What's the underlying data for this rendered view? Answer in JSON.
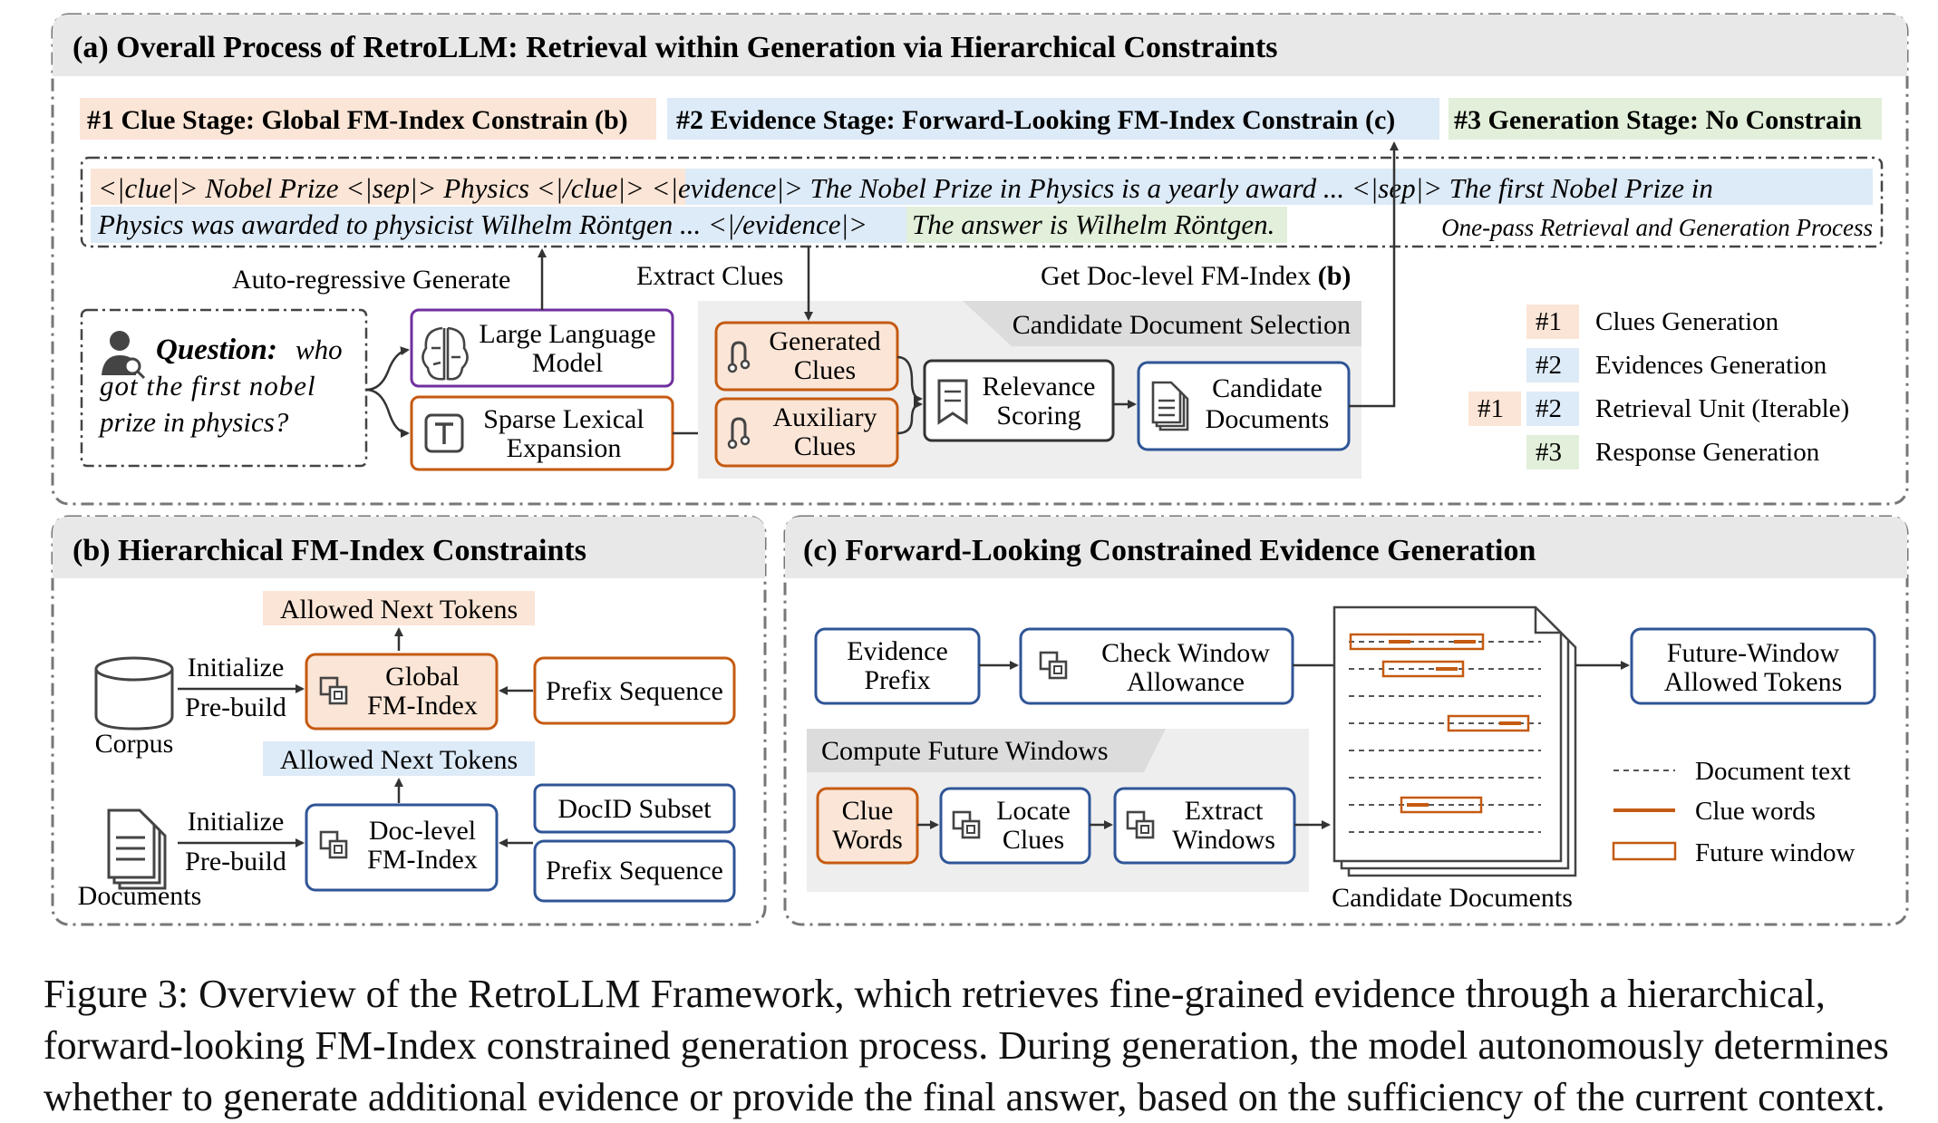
{
  "panel_a": {
    "title": "(a) Overall Process of RetroLLM: Retrieval within Generation via Hierarchical Constraints",
    "stages": [
      {
        "label": "#1 Clue Stage: Global FM-Index Constrain (b)",
        "color": "#fbe5d6"
      },
      {
        "label": "#2 Evidence Stage: Forward-Looking FM-Index Constrain (c)",
        "color": "#ddeaf7"
      },
      {
        "label": "#3 Generation Stage: No Constrain",
        "color": "#e2efda"
      }
    ],
    "sequence": {
      "line1": {
        "clue_part": "<|clue|> Nobel Prize <|sep|> Physics <|/clue|>",
        "evidence_part": " <|evidence|> The Nobel Prize in Physics is a yearly award ... <|sep|> The first Nobel Prize in"
      },
      "line2": {
        "evidence_part": "Physics was awarded to physicist Wilhelm Röntgen ... <|/evidence|>",
        "answer_part": "The answer is Wilhelm Röntgen."
      },
      "caption": "One-pass Retrieval and Generation Process"
    },
    "arrow_labels": {
      "auto_regressive": "Auto-regressive Generate",
      "extract_clues": "Extract Clues",
      "get_doc_index": "Get Doc-level FM-Index",
      "get_doc_index_ref": "(b)"
    },
    "question": {
      "label": "Question:",
      "text_1": "who",
      "text_2": "got the first nobel",
      "text_3": "prize in physics?"
    },
    "llm": {
      "line1": "Large Language",
      "line2": "Model"
    },
    "sparse": {
      "line1": "Sparse Lexical",
      "line2": "Expansion"
    },
    "generated_clues": {
      "line1": "Generated",
      "line2": "Clues"
    },
    "auxiliary_clues": {
      "line1": "Auxiliary",
      "line2": "Clues"
    },
    "candidate_selection_label": "Candidate Document Selection",
    "relevance": {
      "line1": "Relevance",
      "line2": "Scoring"
    },
    "candidate_docs": {
      "line1": "Candidate",
      "line2": "Documents"
    },
    "legend": [
      {
        "tags": [
          "#1"
        ],
        "label": "Clues Generation"
      },
      {
        "tags": [
          "#2"
        ],
        "label": "Evidences Generation"
      },
      {
        "tags": [
          "#1",
          "#2"
        ],
        "label": "Retrieval Unit (Iterable)"
      },
      {
        "tags": [
          "#3"
        ],
        "label": "Response Generation"
      }
    ]
  },
  "panel_b": {
    "title": "(b) Hierarchical FM-Index Constraints",
    "allowed_tokens_1": "Allowed Next Tokens",
    "allowed_tokens_2": "Allowed Next Tokens",
    "initialize_1": "Initialize",
    "prebuild_1": "Pre-build",
    "initialize_2": "Initialize",
    "prebuild_2": "Pre-build",
    "corpus": "Corpus",
    "documents": "Documents",
    "global_index": {
      "line1": "Global",
      "line2": "FM-Index"
    },
    "doc_index": {
      "line1": "Doc-level",
      "line2": "FM-Index"
    },
    "prefix_1": "Prefix Sequence",
    "docid_subset": "DocID Subset",
    "prefix_2": "Prefix Sequence"
  },
  "panel_c": {
    "title": "(c) Forward-Looking Constrained Evidence Generation",
    "evidence_prefix": {
      "line1": "Evidence",
      "line2": "Prefix"
    },
    "check_window": {
      "line1": "Check Window",
      "line2": "Allowance"
    },
    "future_allowed": {
      "line1": "Future-Window",
      "line2": "Allowed Tokens"
    },
    "compute_label": "Compute Future Windows",
    "clue_words": {
      "line1": "Clue",
      "line2": "Words"
    },
    "locate_clues": {
      "line1": "Locate",
      "line2": "Clues"
    },
    "extract_windows": {
      "line1": "Extract",
      "line2": "Windows"
    },
    "candidate_documents": "Candidate Documents",
    "legend": {
      "doc_text": "Document text",
      "clue_words": "Clue words",
      "future_window": "Future window"
    }
  },
  "figure_caption": {
    "line1": "Figure 3: Overview of the RetroLLM Framework, which retrieves fine-grained evidence through a hierarchical,",
    "line2": "forward-looking FM-Index constrained generation process. During generation, the model autonomously determines",
    "line3": "whether to generate additional evidence or provide the final answer, based on the sufficiency of the current context."
  },
  "colors": {
    "orange_border": "#c55a11",
    "orange_fill": "#fbe5d6",
    "blue_border": "#2f5597",
    "blue_fill": "#ddeaf7",
    "purple_border": "#7030a0",
    "green_fill": "#e2efda",
    "panel_grey": "#e8e8e8"
  },
  "icons": [
    "user-search-icon",
    "brain-icon",
    "text-t-icon",
    "path-icon",
    "bookmark-doc-icon",
    "document-stack-icon",
    "database-icon",
    "copy-icon"
  ]
}
